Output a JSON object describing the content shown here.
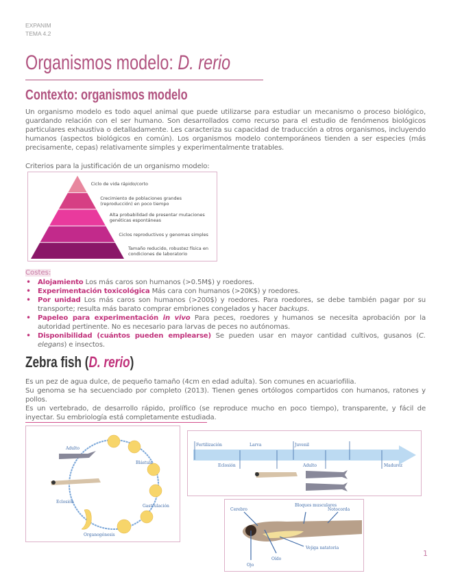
{
  "header": {
    "course": "EXPANIM",
    "topic": "TEMA 4.2"
  },
  "title": {
    "main": "Organismos modelo: ",
    "species": "D. rerio"
  },
  "context": {
    "heading": "Contexto: organismos modelo",
    "paragraph": "Un organismo modelo es todo aquel animal que puede utilizarse para estudiar un mecanismo o proceso biológico, guardando relación con el ser humano. Son desarrollados como recurso para el estudio de fenómenos biológicos particulares exhaustiva o detalladamente. Les caracteriza su capacidad de traducción a otros organismos, incluyendo humanos (aspectos biológicos en común). Los organismos modelo contemporáneos tienden a ser especies (más precisamente, cepas) relativamente simples y experimentalmente tratables.",
    "criteria_label": "Criterios para la justificación de un organismo modelo:",
    "pyramid": [
      {
        "text": "Ciclo de vida rápido/corto",
        "color": "#e8879e"
      },
      {
        "text": "Crecimiento de poblaciones grandes (reproducción) en poco tiempo",
        "color": "#d63f84"
      },
      {
        "text": "Alta probabilidad de presentar mutaciones genéticas espontáneas",
        "color": "#e93a9d"
      },
      {
        "text": "Ciclos reproductivos y genomas simples",
        "color": "#c22a8b"
      },
      {
        "text": "Tamaño reducido, robustez física en condiciones de laboratorio",
        "color": "#8a1768"
      }
    ]
  },
  "costs": {
    "label": "Costes:",
    "items": [
      {
        "term": "Alojamiento",
        "text": " Los más caros son humanos (>0.5M$) y roedores."
      },
      {
        "term": "Experimentación toxicológica",
        "text": " Más cara con humanos (>20K$) y roedores."
      },
      {
        "term": "Por unidad",
        "text": " Los más caros son humanos (>200$) y roedores. Para roedores, se debe también pagar por su transporte; resulta más barato comprar embriones congelados y hacer ",
        "em": "backups",
        "tail": "."
      },
      {
        "term": "Papeleo para experimentación ",
        "term_em": "in vivo",
        "text": " Para peces, roedores y humanos se necesita aprobación por la autoridad pertinente. No es necesario para larvas de peces no autónomas."
      },
      {
        "term": "Disponibilidad (cuántos pueden emplearse)",
        "text": " Se pueden usar en mayor cantidad cultivos, gusanos (",
        "em": "C. elegans",
        "tail": ") e insectos."
      }
    ]
  },
  "zebrafish": {
    "heading": "Zebra fish (",
    "species": "D. rerio",
    "close": ")",
    "paragraphs": [
      "Es un pez de agua dulce, de pequeño tamaño (4cm en edad adulta). Son comunes en acuariofilia.",
      "Su genoma se ha secuenciado por completo (2013). Tienen genes ortólogos compartidos con humanos, ratones y pollos.",
      "Es un vertebrado, de desarrollo rápido, prolífico (se reproduce mucho en poco tiempo), transparente, y fácil de inyectar. Su embriología está completamente estudiada."
    ]
  },
  "figures": {
    "cycle_labels": [
      "Blástula",
      "Gastrulación",
      "Organogénesis",
      "Eclosión",
      "Adulto"
    ],
    "timeline_labels": [
      "Fertilización",
      "Larva",
      "Juvenil",
      "Eclosión",
      "Adulto",
      "Madurez"
    ],
    "anatomy_labels": [
      "Cerebro",
      "Bloques musculares",
      "Notocorda",
      "Vejiga natatoria",
      "Oído",
      "Ojo"
    ]
  },
  "page_number": "1"
}
